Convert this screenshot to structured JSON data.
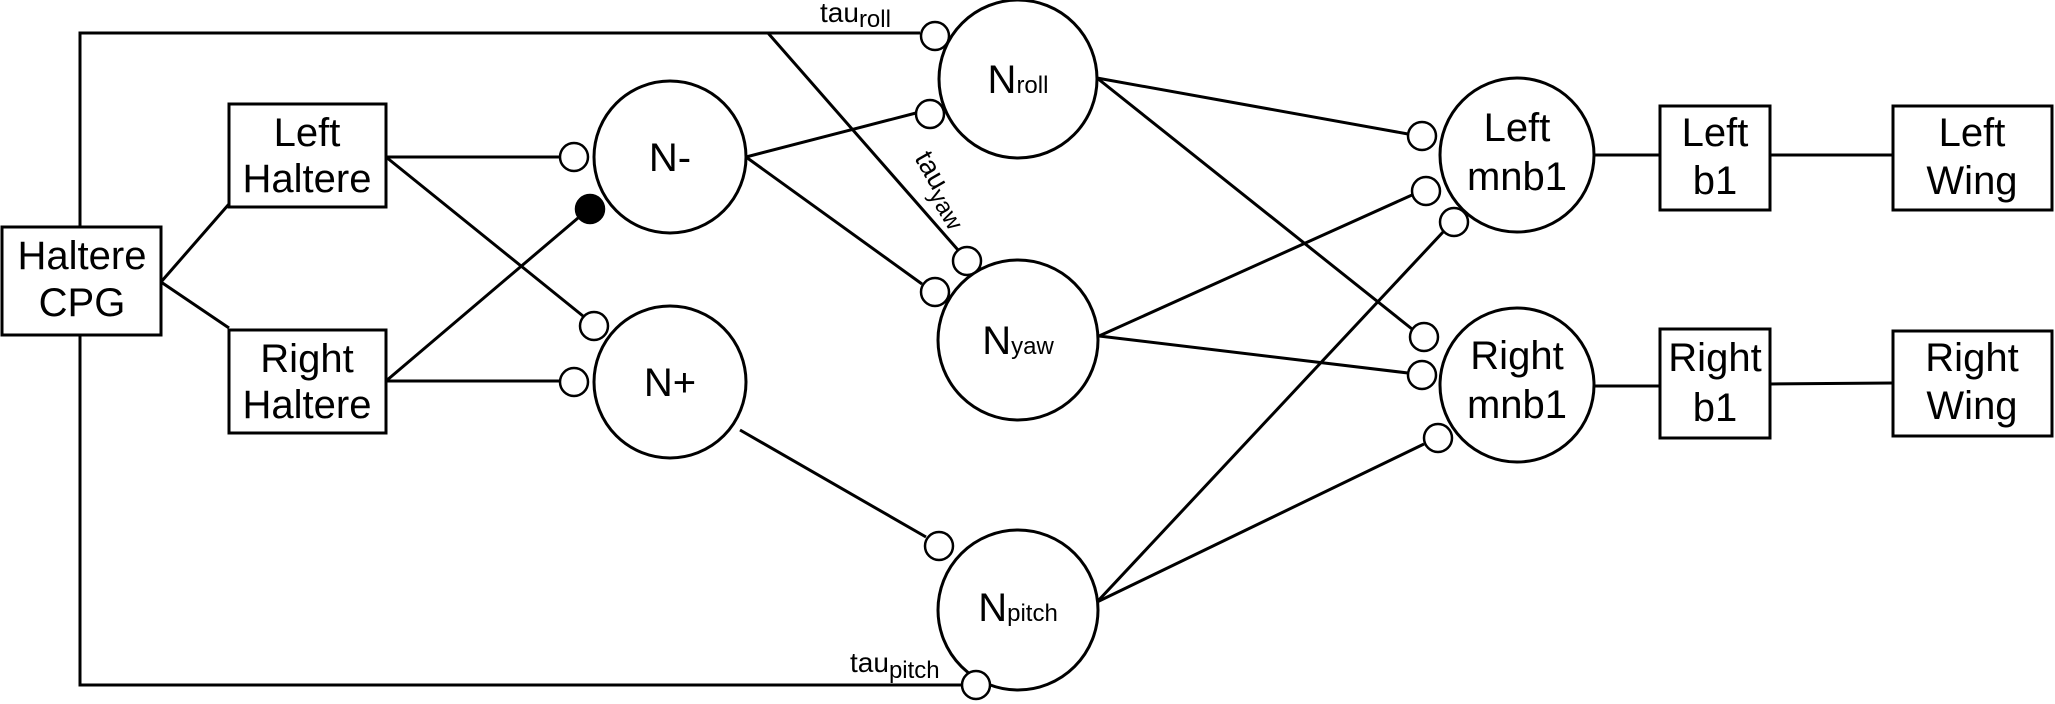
{
  "boxes": {
    "haltere_cpg": [
      "Haltere",
      "CPG"
    ],
    "left_haltere": [
      "Left",
      "Haltere"
    ],
    "right_haltere": [
      "Right",
      "Haltere"
    ],
    "left_b1": [
      "Left",
      "b1"
    ],
    "right_b1": [
      "Right",
      "b1"
    ],
    "left_wing": [
      "Left",
      "Wing"
    ],
    "right_wing": [
      "Right",
      "Wing"
    ]
  },
  "neurons": {
    "n_minus": "N-",
    "n_plus": "N+",
    "n_roll": {
      "base": "N",
      "sub": "roll"
    },
    "n_yaw": {
      "base": "N",
      "sub": "yaw"
    },
    "n_pitch": {
      "base": "N",
      "sub": "pitch"
    },
    "left_mnb1": [
      "Left",
      "mnb1"
    ],
    "right_mnb1": [
      "Right",
      "mnb1"
    ]
  },
  "taus": {
    "roll": {
      "base": "tau",
      "sub": "roll"
    },
    "yaw": {
      "base": "tau",
      "sub": "yaw"
    },
    "pitch": {
      "base": "tau",
      "sub": "pitch"
    }
  }
}
